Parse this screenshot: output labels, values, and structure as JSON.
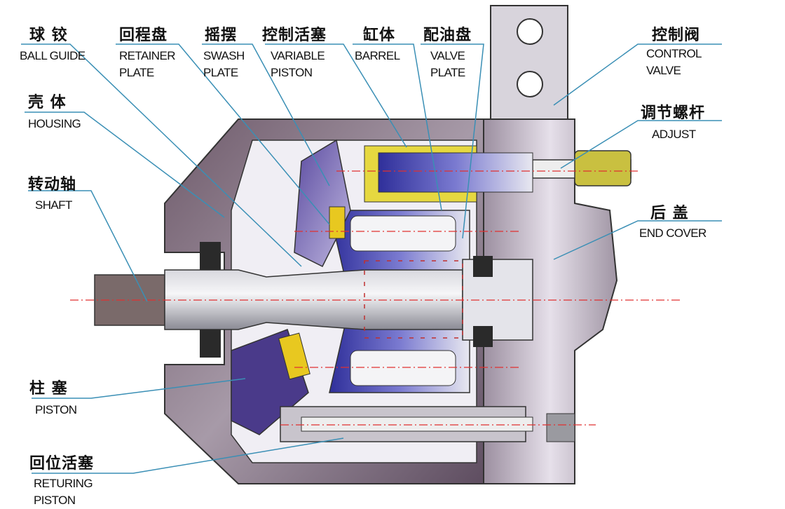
{
  "labels": {
    "ball_guide": {
      "zh": "球  铰",
      "en": "BALL GUIDE"
    },
    "retainer_plate": {
      "zh": "回程盘",
      "en1": "RETAINER",
      "en2": "PLATE"
    },
    "swash_plate": {
      "zh": "摇摆",
      "en1": "SWASH",
      "en2": "PLATE"
    },
    "variable_piston": {
      "zh": "控制活塞",
      "en1": "VARIABLE",
      "en2": "PISTON"
    },
    "barrel": {
      "zh": "缸体",
      "en": "BARREL"
    },
    "valve_plate": {
      "zh": "配油盘",
      "en1": "VALVE",
      "en2": "PLATE"
    },
    "control_valve": {
      "zh": "控制阀",
      "en1": "CONTROL",
      "en2": "VALVE"
    },
    "housing": {
      "zh": "壳  体",
      "en": "HOUSING"
    },
    "adjust": {
      "zh": "调节螺杆",
      "en": "ADJUST"
    },
    "shaft": {
      "zh": "转动轴",
      "en": "SHAFT"
    },
    "end_cover": {
      "zh": "后  盖",
      "en": "END COVER"
    },
    "piston": {
      "zh": "柱  塞",
      "en": "PISTON"
    },
    "returning_piston": {
      "zh": "回位活塞",
      "en1": "RETURING",
      "en2": "PISTON"
    }
  },
  "colors": {
    "leader": "#3a8fb5",
    "centerline": "#e03030",
    "housing": "#8a7a8c",
    "blue": "#3a3aa8",
    "yellow": "#e8c820"
  }
}
